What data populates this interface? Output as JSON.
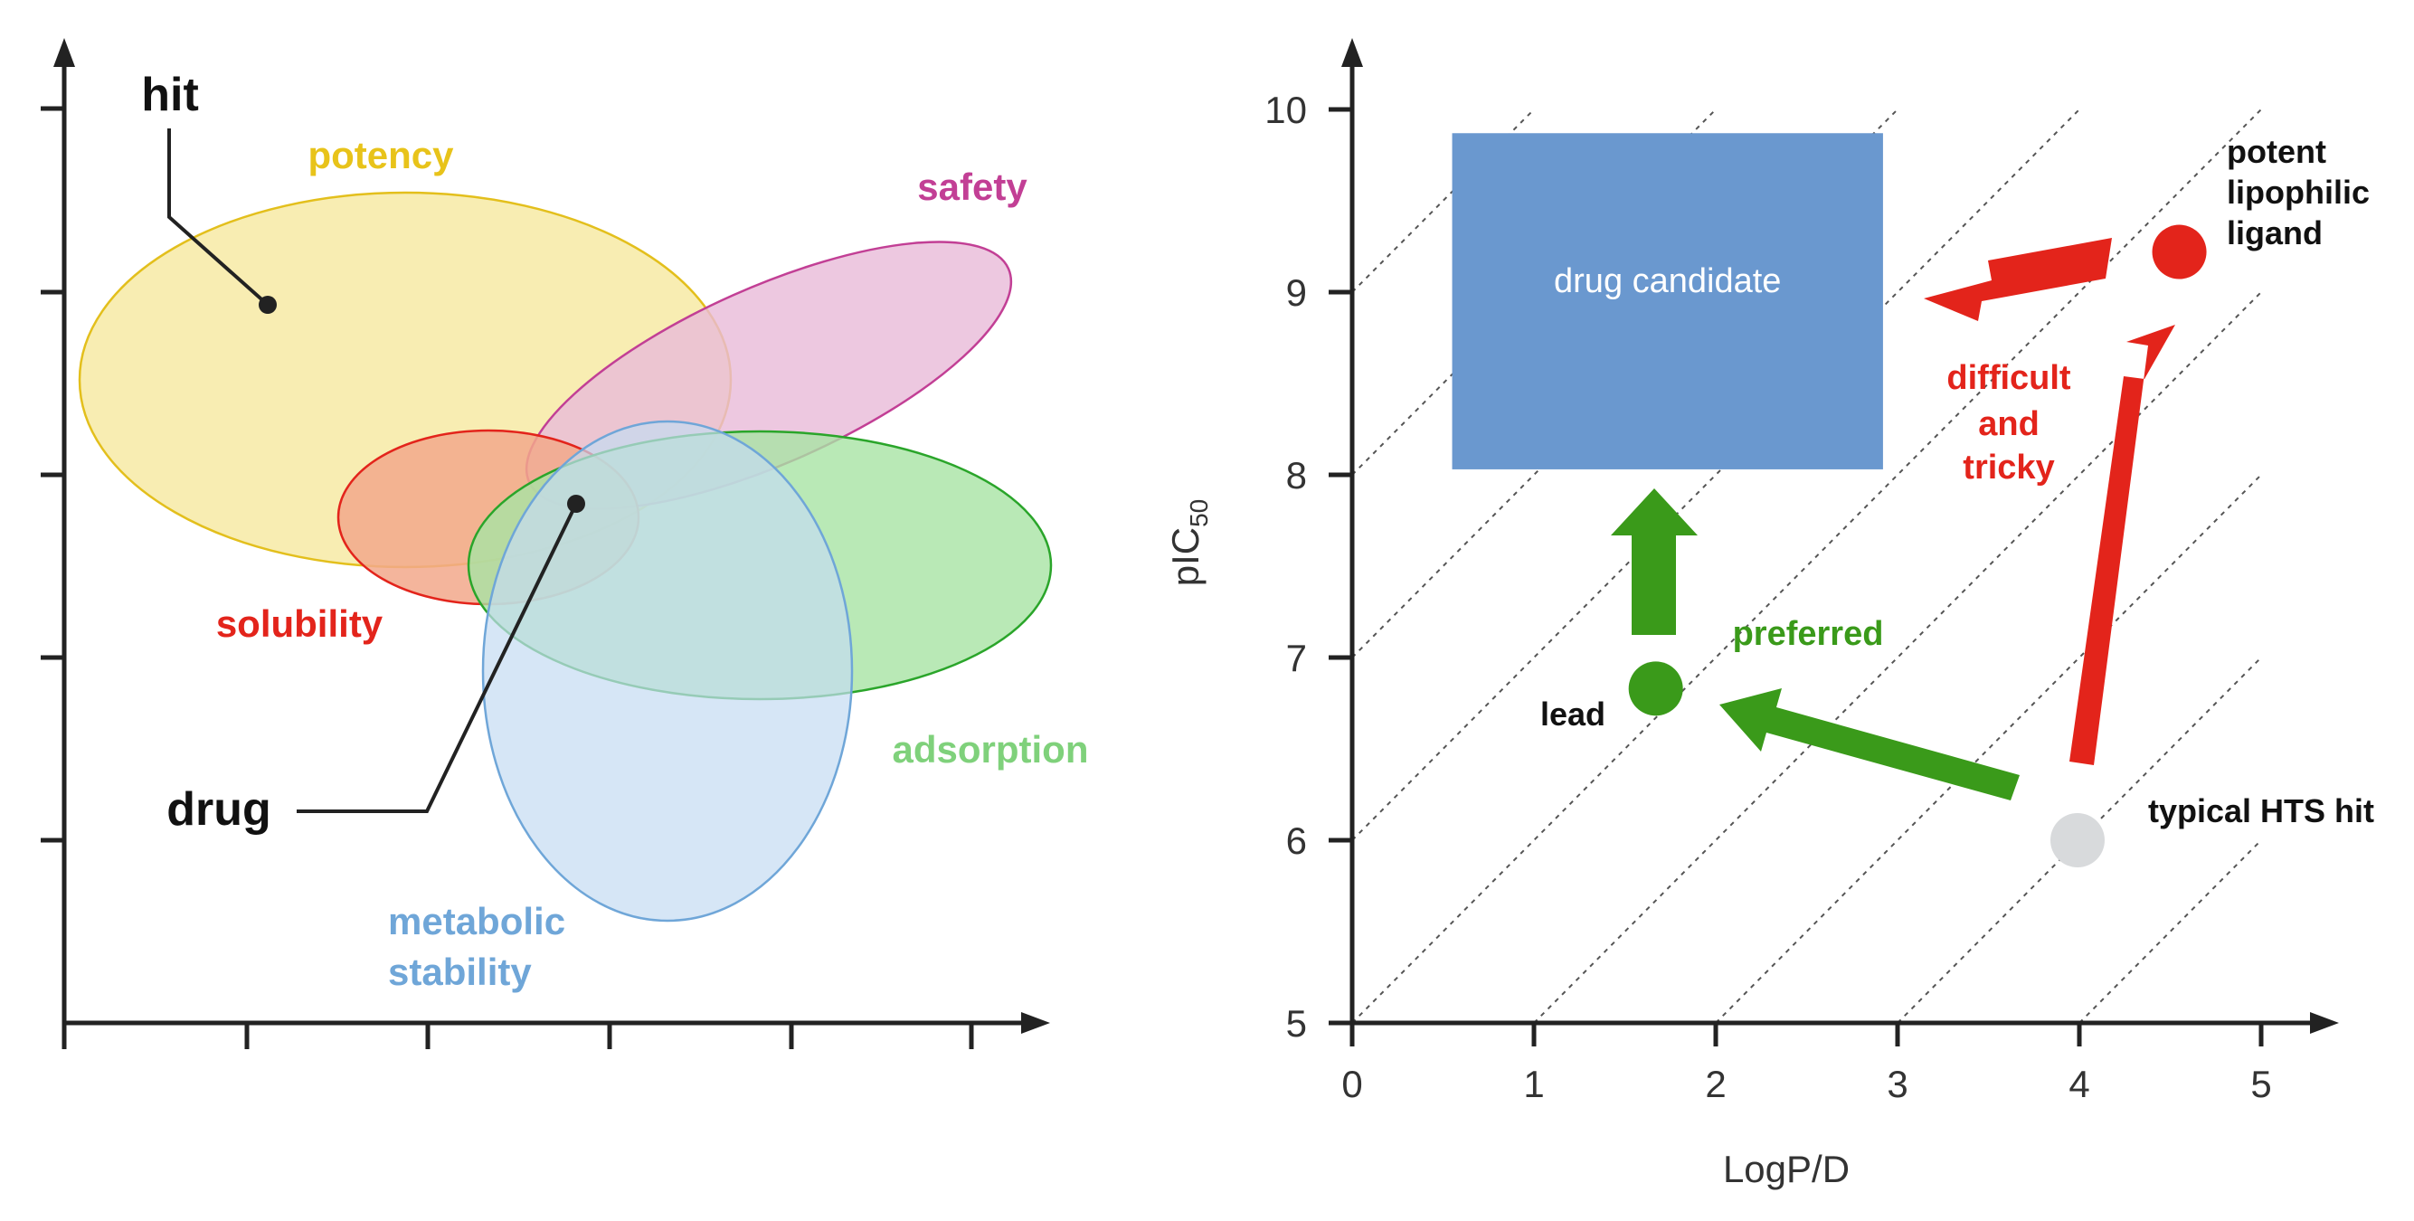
{
  "left_panel": {
    "regions": [
      {
        "label": "potency",
        "color": "#e8c31a",
        "fill": "#f6e99f",
        "stroke": "#e3bf1c"
      },
      {
        "label": "safety",
        "color": "#c23f95",
        "fill": "#e8bad8",
        "stroke": "#c23f95"
      },
      {
        "label": "solubility",
        "color": "#e3241b",
        "fill": "#f2a88b",
        "stroke": "#e3241b"
      },
      {
        "label": "adsorption",
        "color": "#7fd17b",
        "fill": "#a7e3a4",
        "stroke": "#2aa52a"
      },
      {
        "label": "metabolic",
        "label2": "stability",
        "color": "#6fa6d8",
        "fill": "#c4dcf2",
        "stroke": "#6fa6d8"
      }
    ],
    "points": [
      {
        "label": "hit"
      },
      {
        "label": "drug"
      }
    ]
  },
  "chart_data": {
    "type": "scatter",
    "xlabel": "LogP/D",
    "ylabel": "pIC",
    "ylabel_sub": "50",
    "xlim": [
      0,
      5
    ],
    "ylim": [
      5,
      10
    ],
    "xticks": [
      "0",
      "1",
      "2",
      "3",
      "4",
      "5"
    ],
    "yticks": [
      "5",
      "6",
      "7",
      "8",
      "9",
      "10"
    ],
    "region": {
      "label": "drug candidate",
      "x": [
        0.55,
        2.92
      ],
      "y": [
        8.03,
        9.87
      ],
      "color": "#6a98cf"
    },
    "points": [
      {
        "name": "lead",
        "x": 1.67,
        "y": 6.83,
        "color": "#3a9a1a"
      },
      {
        "name": "typical HTS hit",
        "x": 3.99,
        "y": 6.0,
        "color": "#d8dadc"
      },
      {
        "name": "potent lipophilic ligand",
        "x": 4.55,
        "y": 9.22,
        "color": "#e3241b"
      }
    ],
    "annotations": [
      {
        "text": "preferred",
        "color": "#3a9a1a"
      },
      {
        "text": "difficult",
        "text2": "and",
        "text3": "tricky",
        "color": "#e3241b"
      }
    ],
    "point_labels": {
      "lead": "lead",
      "hts": "typical HTS hit",
      "potent1": "potent",
      "potent2": "lipophilic",
      "potent3": "ligand"
    }
  }
}
